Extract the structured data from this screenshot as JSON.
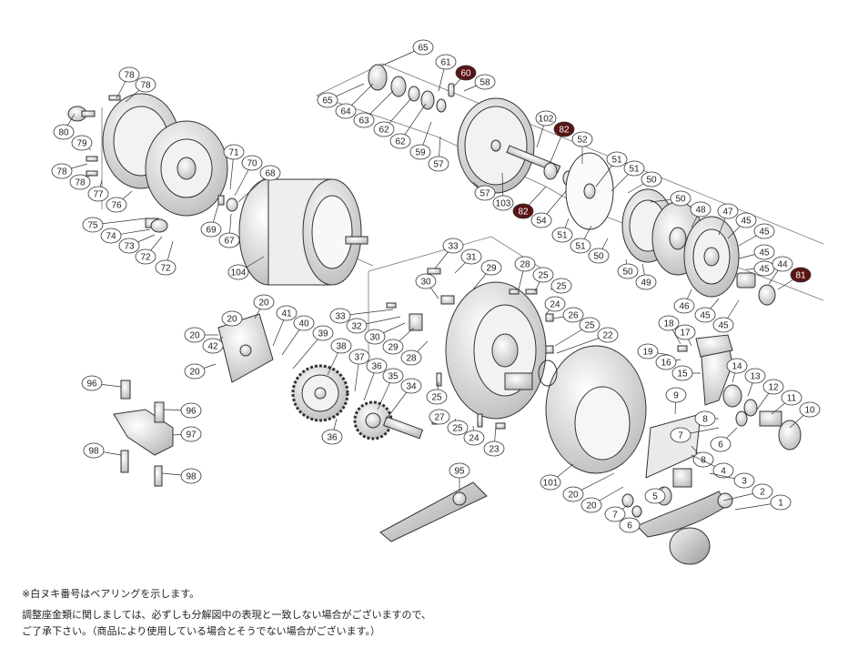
{
  "notes": {
    "bearing_note": "※白ヌキ番号はベアリングを示します。",
    "washer_note_line1": "調整座金類に関しましては、必ずしも分解図中の表現と一致しない場合がございますので、",
    "washer_note_line2": "ご了承下さい。（商品により使用している場合とそうでない場合がございます。）"
  },
  "colors": {
    "bearing_badge": "#5a1414",
    "line": "#333333",
    "part_fill": "#e6e6e6"
  },
  "part_labels": [
    "65",
    "65",
    "64",
    "63",
    "62",
    "62",
    "59",
    "57",
    "61",
    "60",
    "58",
    "57",
    "103",
    "102",
    "82",
    "52",
    "82",
    "54",
    "51",
    "51",
    "50",
    "50",
    "51",
    "51",
    "50",
    "50",
    "49",
    "48",
    "47",
    "45",
    "45",
    "45",
    "45",
    "44",
    "81",
    "46",
    "45",
    "45",
    "78",
    "78",
    "80",
    "79",
    "78",
    "78",
    "77",
    "76",
    "75",
    "74",
    "73",
    "72",
    "72",
    "71",
    "70",
    "68",
    "69",
    "67",
    "104",
    "33",
    "31",
    "29",
    "30",
    "28",
    "25",
    "25",
    "24",
    "26",
    "25",
    "22",
    "33",
    "32",
    "30",
    "29",
    "28",
    "20",
    "20",
    "41",
    "40",
    "39",
    "42",
    "20",
    "20",
    "38",
    "37",
    "36",
    "35",
    "34",
    "36",
    "25",
    "27",
    "25",
    "24",
    "23",
    "101",
    "20",
    "20",
    "7",
    "6",
    "9",
    "8",
    "4",
    "3",
    "2",
    "1",
    "5",
    "7",
    "6",
    "18",
    "17",
    "19",
    "16",
    "15",
    "14",
    "13",
    "12",
    "11",
    "10",
    "8",
    "96",
    "96",
    "97",
    "98",
    "98",
    "95"
  ],
  "bearing_labels": [
    "60",
    "82",
    "82",
    "81"
  ]
}
